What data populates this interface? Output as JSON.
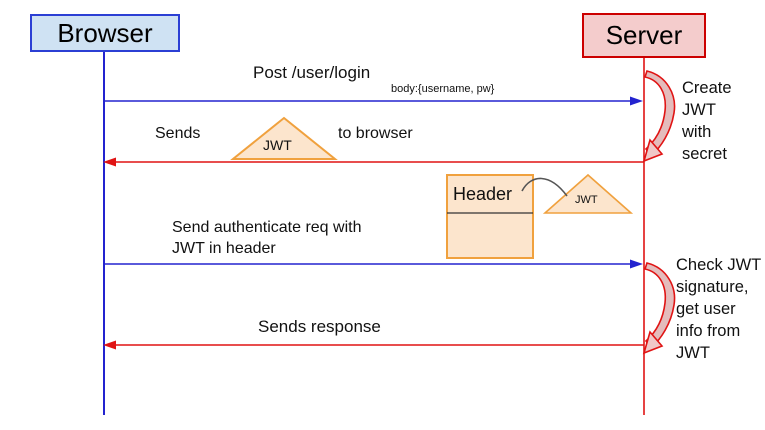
{
  "diagram": {
    "actors": {
      "browser": "Browser",
      "server": "Server"
    },
    "messages": {
      "m1": {
        "label": "Post /user/login",
        "body": "body:{username, pw}"
      },
      "m2": {
        "prefix": "Sends",
        "suffix": "to browser",
        "jwt_label": "JWT"
      },
      "m3": {
        "label": "Send authenticate req with JWT in header"
      },
      "m4": {
        "label": "Sends response"
      }
    },
    "header_note": {
      "title": "Header",
      "jwt_label": "JWT"
    },
    "annotations": {
      "create": "Create JWT with secret",
      "check": "Check JWT signature, get user info from JWT"
    },
    "colors": {
      "browser_fill": "#cfe2f3",
      "browser_border": "#2b3fd4",
      "server_fill": "#f4cccc",
      "server_border": "#cc0000",
      "blue_line": "#2323cf",
      "red_line": "#e01414",
      "jwt_fill": "#fce5cd",
      "jwt_border": "#f0a13e",
      "crescent_fill": "#e4bcbc"
    }
  }
}
